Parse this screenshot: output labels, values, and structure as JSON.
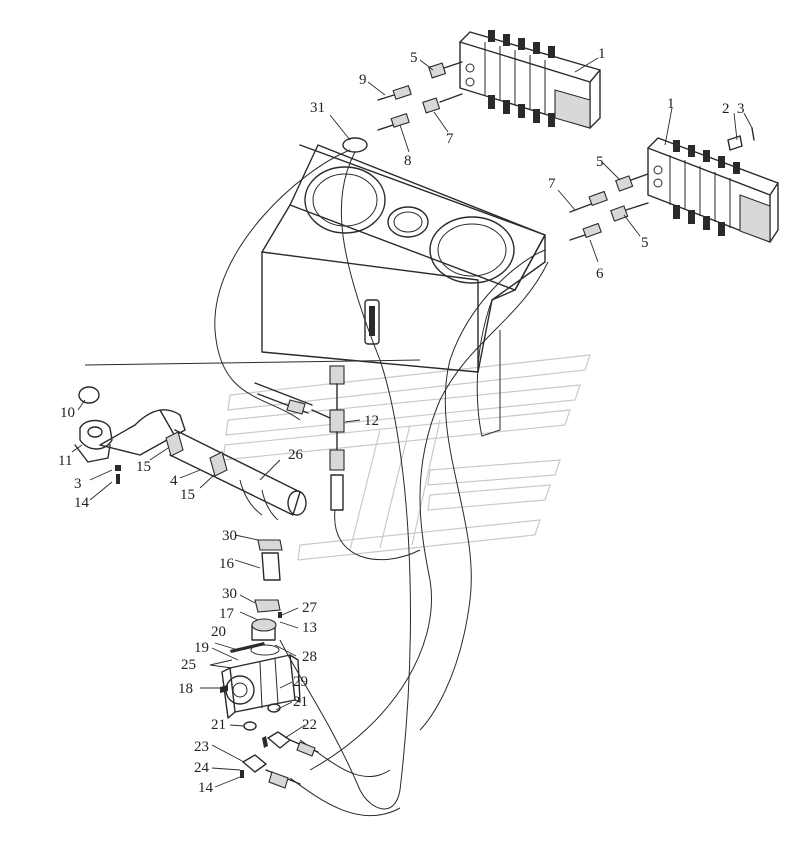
{
  "diagram": {
    "callouts": [
      {
        "id": "c1a",
        "text": "1"
      },
      {
        "id": "c1b",
        "text": "1"
      },
      {
        "id": "c2",
        "text": "2"
      },
      {
        "id": "c3a",
        "text": "3"
      },
      {
        "id": "c3b",
        "text": "3"
      },
      {
        "id": "c4",
        "text": "4"
      },
      {
        "id": "c5a",
        "text": "5"
      },
      {
        "id": "c5b",
        "text": "5"
      },
      {
        "id": "c5c",
        "text": "5"
      },
      {
        "id": "c6",
        "text": "6"
      },
      {
        "id": "c7a",
        "text": "7"
      },
      {
        "id": "c7b",
        "text": "7"
      },
      {
        "id": "c8",
        "text": "8"
      },
      {
        "id": "c9",
        "text": "9"
      },
      {
        "id": "c10",
        "text": "10"
      },
      {
        "id": "c11",
        "text": "11"
      },
      {
        "id": "c12",
        "text": "12"
      },
      {
        "id": "c13",
        "text": "13"
      },
      {
        "id": "c14a",
        "text": "14"
      },
      {
        "id": "c14b",
        "text": "14"
      },
      {
        "id": "c15a",
        "text": "15"
      },
      {
        "id": "c15b",
        "text": "15"
      },
      {
        "id": "c16",
        "text": "16"
      },
      {
        "id": "c17",
        "text": "17"
      },
      {
        "id": "c18",
        "text": "18"
      },
      {
        "id": "c19",
        "text": "19"
      },
      {
        "id": "c20",
        "text": "20"
      },
      {
        "id": "c21a",
        "text": "21"
      },
      {
        "id": "c21b",
        "text": "21"
      },
      {
        "id": "c22",
        "text": "22"
      },
      {
        "id": "c23",
        "text": "23"
      },
      {
        "id": "c24",
        "text": "24"
      },
      {
        "id": "c25",
        "text": "25"
      },
      {
        "id": "c26",
        "text": "26"
      },
      {
        "id": "c27",
        "text": "27"
      },
      {
        "id": "c28",
        "text": "28"
      },
      {
        "id": "c29",
        "text": "29"
      },
      {
        "id": "c30a",
        "text": "30"
      },
      {
        "id": "c30b",
        "text": "30"
      },
      {
        "id": "c31",
        "text": "31"
      }
    ]
  }
}
